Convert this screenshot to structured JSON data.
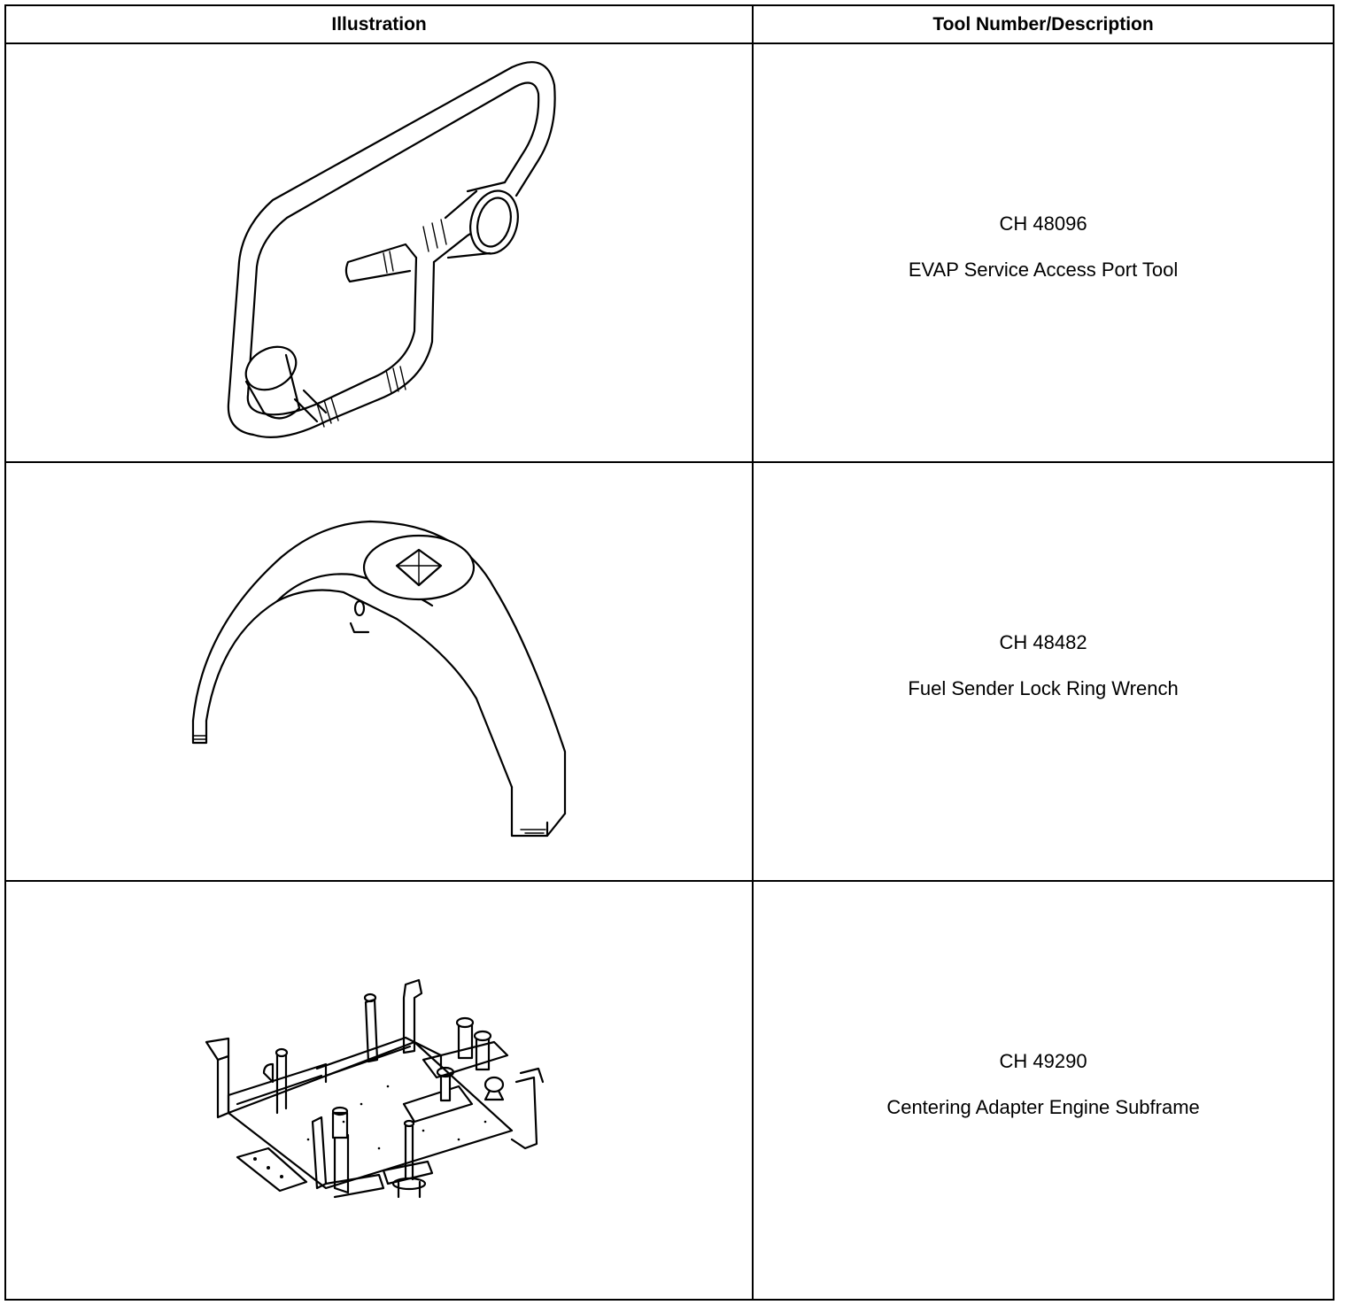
{
  "table": {
    "headers": {
      "illustration": "Illustration",
      "tool": "Tool Number/Description"
    },
    "rows": [
      {
        "tool_number": "CH 48096",
        "description": "EVAP Service Access Port Tool",
        "illustration_icon": "evap-hose-assembly-icon"
      },
      {
        "tool_number": "CH 48482",
        "description": "Fuel Sender Lock Ring Wrench",
        "illustration_icon": "lock-ring-wrench-icon"
      },
      {
        "tool_number": "CH 49290",
        "description": "Centering Adapter Engine Subframe",
        "illustration_icon": "subframe-adapter-icon"
      }
    ]
  }
}
